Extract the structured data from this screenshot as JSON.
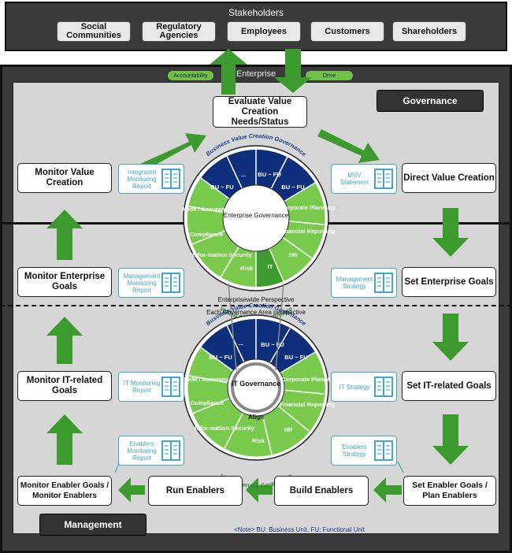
{
  "stakeholders": {
    "title": "Stakeholders",
    "items": [
      {
        "label": "Social Communities"
      },
      {
        "label": "Regulatory Agencies"
      },
      {
        "label": "Employees"
      },
      {
        "label": "Customers"
      },
      {
        "label": "Shareholders"
      }
    ]
  },
  "enterprise": {
    "label": "Enterprise",
    "accountability": "Accountability",
    "drive": "Drive"
  },
  "sections": {
    "governance": "Governance",
    "management": "Management"
  },
  "processes": {
    "evaluate": "Evaluate Value Creation Needs/Status",
    "direct": "Direct Value Creation",
    "monitor_value": "Monitor Value Creation",
    "set_enterprise": "Set Enterprise Goals",
    "monitor_enterprise": "Monitor Enterprise Goals",
    "set_it": "Set IT-related Goals",
    "monitor_it": "Monitor IT-related Goals",
    "set_enabler": "Set Enabler Goals / Plan Enablers",
    "build": "Build Enablers",
    "run": "Run Enablers",
    "monitor_enabler": "Monitor Enabler Goals / Monitor Enablers"
  },
  "reports": {
    "mvv": "MVV Statement",
    "integrated": "Integrated Monitoring Report",
    "mgmt_strategy": "Management Strategy",
    "mgmt_report": "Management Monitoring Report",
    "it_strategy": "IT Strategy",
    "it_report": "IT Monitoring Report",
    "enablers_strategy": "Enablers Strategy",
    "enablers_report": "Enablers Monitoring Report"
  },
  "wheel_top": {
    "center": "Enterprise Governance",
    "arc_top": "Business Value Creation Governance",
    "arc_bottom": "Valued Service Governance",
    "segments": [
      "BU ~ FU",
      "BU ~ FU",
      "Corporate Planning",
      "Financial Reporting",
      "HR",
      "IT",
      "Risk",
      "Infor-mation Security",
      "Compliance",
      "Audit / Assurance",
      "BU ~ FU",
      "..."
    ]
  },
  "wheel_bottom": {
    "center": "IT Governance",
    "align": "Align",
    "arc_top": "Business Value Creation Governance",
    "arc_bottom": "Valued Service Governance",
    "segments": [
      "BU ~ FU",
      "BU ~ FU",
      "Corporate Planning",
      "Financial Reporting",
      "HR",
      "Risk",
      "Infor-mation Security",
      "Compliance",
      "Audit / Assurance",
      "BU ~ FU",
      "..."
    ]
  },
  "perspectives": {
    "enterprisewide": "Enterprisewide Perspective",
    "each_area": "Each Governance Area perspective"
  },
  "note": "<Note> BU: Business Unit, FU: Functional Unit",
  "colors": {
    "arrow_green": "#3d9a2e",
    "navy": "#0e2f7c",
    "light_green": "#79c94d",
    "report_blue": "#3fa7c9",
    "dark_frame": "#3a3a3a"
  }
}
